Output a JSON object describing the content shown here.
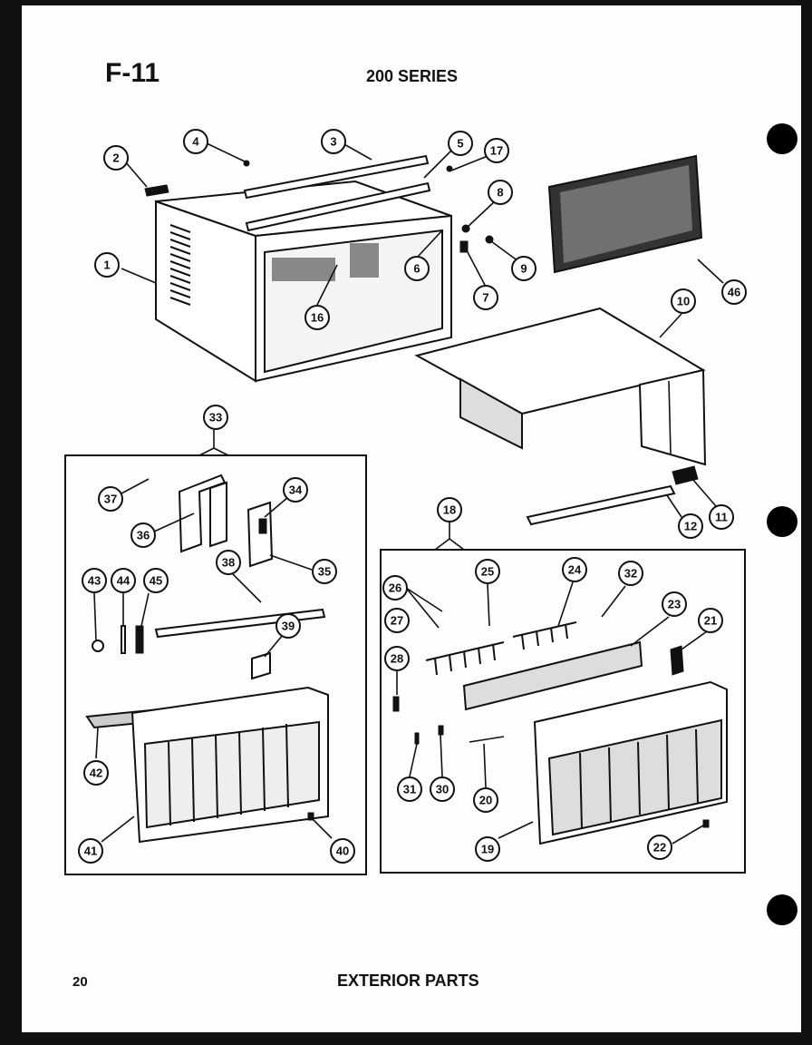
{
  "header": {
    "figure_id": "F-11",
    "series": "200 SERIES"
  },
  "footer": {
    "page_number": "20",
    "section_title": "EXTERIOR PARTS"
  },
  "callouts": [
    "1",
    "2",
    "3",
    "4",
    "5",
    "6",
    "7",
    "8",
    "9",
    "10",
    "11",
    "12",
    "16",
    "17",
    "18",
    "19",
    "20",
    "21",
    "22",
    "23",
    "24",
    "25",
    "26",
    "27",
    "28",
    "30",
    "31",
    "32",
    "33",
    "34",
    "35",
    "36",
    "37",
    "38",
    "39",
    "40",
    "41",
    "42",
    "43",
    "44",
    "45",
    "46"
  ]
}
